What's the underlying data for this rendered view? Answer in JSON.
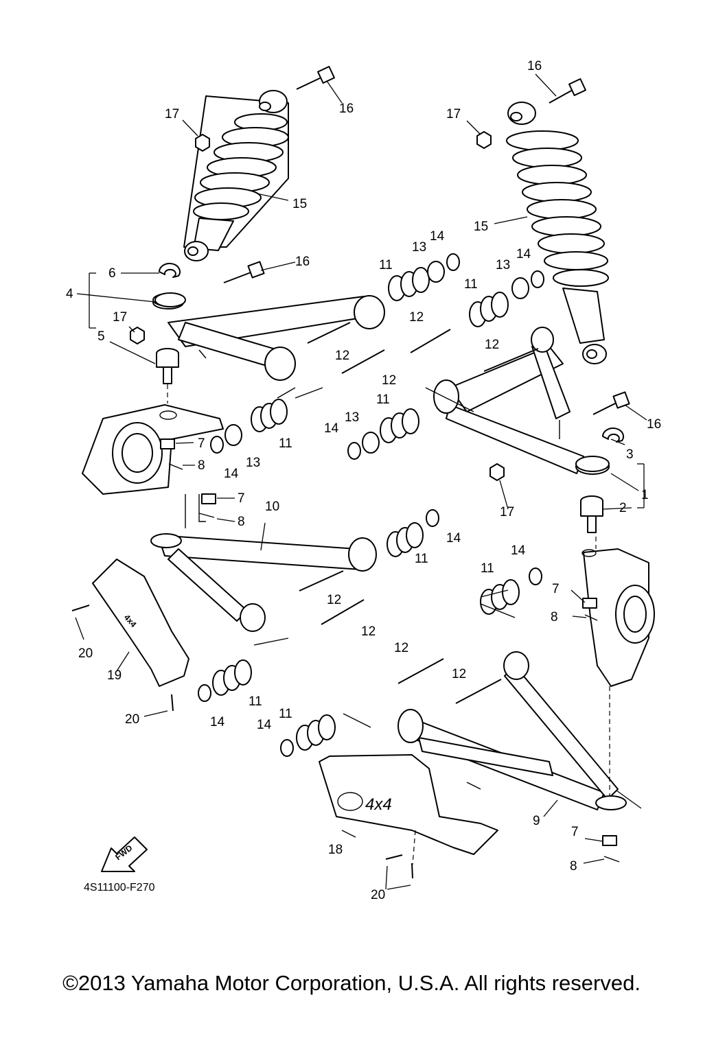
{
  "diagram": {
    "code": "4S11100-F270",
    "fwd_label": "FWD",
    "badge_text": "4x4",
    "copyright": "©2013 Yamaha Motor Corporation, U.S.A. All rights reserved.",
    "callouts": [
      {
        "id": "c1",
        "label": "1"
      },
      {
        "id": "c2",
        "label": "2"
      },
      {
        "id": "c3",
        "label": "3"
      },
      {
        "id": "c4",
        "label": "4"
      },
      {
        "id": "c5",
        "label": "5"
      },
      {
        "id": "c6",
        "label": "6"
      },
      {
        "id": "c7a",
        "label": "7"
      },
      {
        "id": "c7b",
        "label": "7"
      },
      {
        "id": "c7c",
        "label": "7"
      },
      {
        "id": "c7d",
        "label": "7"
      },
      {
        "id": "c8a",
        "label": "8"
      },
      {
        "id": "c8b",
        "label": "8"
      },
      {
        "id": "c8c",
        "label": "8"
      },
      {
        "id": "c8d",
        "label": "8"
      },
      {
        "id": "c9",
        "label": "9"
      },
      {
        "id": "c10",
        "label": "10"
      },
      {
        "id": "c11a",
        "label": "11"
      },
      {
        "id": "c11b",
        "label": "11"
      },
      {
        "id": "c11c",
        "label": "11"
      },
      {
        "id": "c11d",
        "label": "11"
      },
      {
        "id": "c11e",
        "label": "11"
      },
      {
        "id": "c11f",
        "label": "11"
      },
      {
        "id": "c11g",
        "label": "11"
      },
      {
        "id": "c11h",
        "label": "11"
      },
      {
        "id": "c12a",
        "label": "12"
      },
      {
        "id": "c12b",
        "label": "12"
      },
      {
        "id": "c12c",
        "label": "12"
      },
      {
        "id": "c12d",
        "label": "12"
      },
      {
        "id": "c12e",
        "label": "12"
      },
      {
        "id": "c12f",
        "label": "12"
      },
      {
        "id": "c12g",
        "label": "12"
      },
      {
        "id": "c12h",
        "label": "12"
      },
      {
        "id": "c13a",
        "label": "13"
      },
      {
        "id": "c13b",
        "label": "13"
      },
      {
        "id": "c13c",
        "label": "13"
      },
      {
        "id": "c13d",
        "label": "13"
      },
      {
        "id": "c14a",
        "label": "14"
      },
      {
        "id": "c14b",
        "label": "14"
      },
      {
        "id": "c14c",
        "label": "14"
      },
      {
        "id": "c14d",
        "label": "14"
      },
      {
        "id": "c14e",
        "label": "14"
      },
      {
        "id": "c14f",
        "label": "14"
      },
      {
        "id": "c14g",
        "label": "14"
      },
      {
        "id": "c14h",
        "label": "14"
      },
      {
        "id": "c15a",
        "label": "15"
      },
      {
        "id": "c15b",
        "label": "15"
      },
      {
        "id": "c16a",
        "label": "16"
      },
      {
        "id": "c16b",
        "label": "16"
      },
      {
        "id": "c16c",
        "label": "16"
      },
      {
        "id": "c16d",
        "label": "16"
      },
      {
        "id": "c17a",
        "label": "17"
      },
      {
        "id": "c17b",
        "label": "17"
      },
      {
        "id": "c17c",
        "label": "17"
      },
      {
        "id": "c17d",
        "label": "17"
      },
      {
        "id": "c18",
        "label": "18"
      },
      {
        "id": "c19",
        "label": "19"
      },
      {
        "id": "c20a",
        "label": "20"
      },
      {
        "id": "c20b",
        "label": "20"
      },
      {
        "id": "c20c",
        "label": "20"
      }
    ]
  }
}
